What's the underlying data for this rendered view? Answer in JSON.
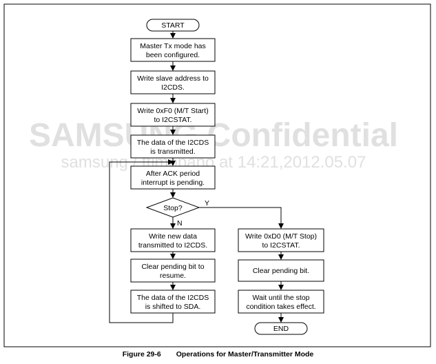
{
  "watermark": {
    "line1": "SAMSUNG Confidential",
    "line2": "samsung / ttimopano at 14:21,2012.05.07"
  },
  "flow": {
    "start": "START",
    "step1": [
      "Master Tx mode has",
      "been configured."
    ],
    "step2": [
      "Write slave address to",
      "I2CDS."
    ],
    "step3": [
      "Write 0xF0 (M/T Start)",
      "to I2CSTAT."
    ],
    "step4": [
      "The data of the I2CDS",
      "is transmitted."
    ],
    "step5": [
      "After ACK period",
      "interrupt is pending."
    ],
    "decision": "Stop?",
    "yes_label": "Y",
    "no_label": "N",
    "left1": [
      "Write new data",
      "transmitted to I2CDS."
    ],
    "left2": [
      "Clear pending bit to",
      "resume."
    ],
    "left3": [
      "The data of the I2CDS",
      "is shifted to SDA."
    ],
    "right1": [
      "Write 0xD0 (M/T Stop)",
      "to I2CSTAT."
    ],
    "right2": "Clear pending bit.",
    "right3": [
      "Wait until the stop",
      "condition takes effect."
    ],
    "end": "END"
  },
  "caption": {
    "number": "Figure 29-6",
    "title": "Operations for Master/Transmitter Mode"
  }
}
